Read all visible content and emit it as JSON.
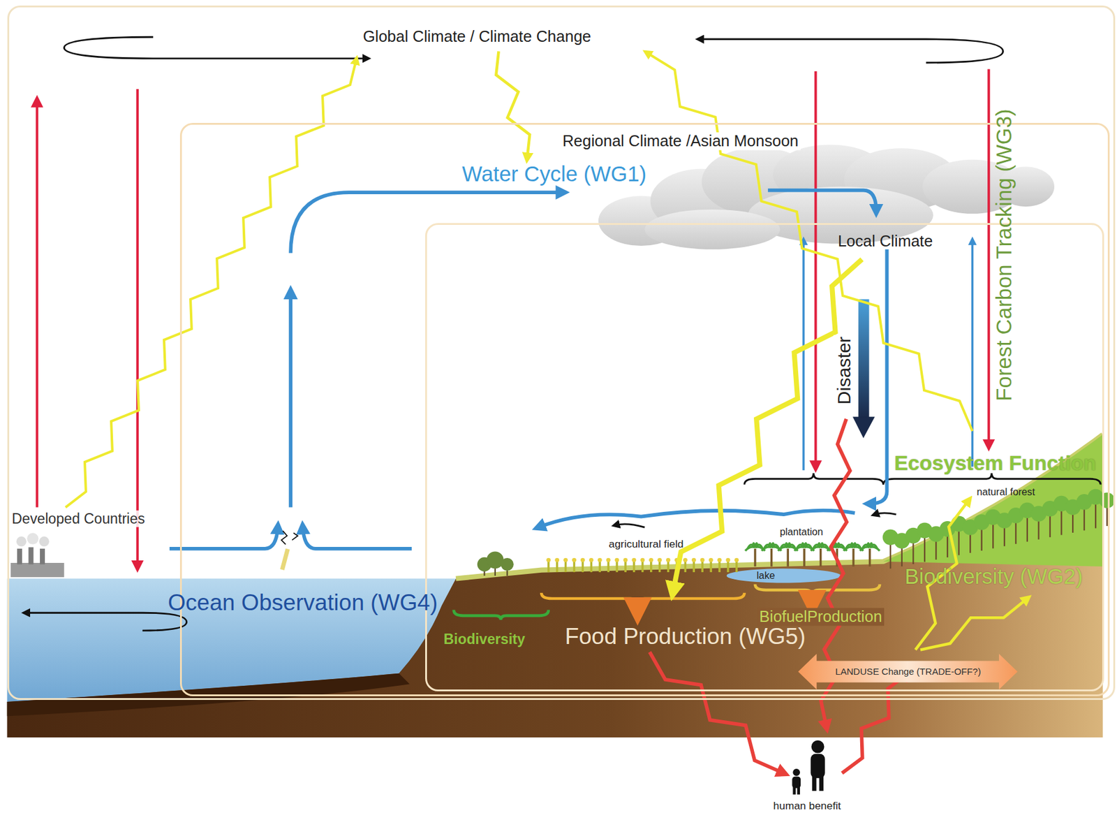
{
  "diagram": {
    "nodes": [
      {
        "text": [
          "Global Climate / Climate Change"
        ]
      },
      {
        "text": [
          "Regional Climate /Asian Monsoon"
        ],
        "in": 0
      },
      {
        "text": [
          "Local Climate"
        ],
        "in": 1
      },
      {
        "text": [
          "LANDUSE Change (TRADE-OFF?)"
        ],
        "in": 2
      }
    ],
    "labels": [
      "Water Cycle (WG1)",
      "Forest Carbon Tracking (WG3)",
      "Disaster",
      "Ecosystem Function",
      "natural forest",
      "Developed Countries",
      "agricultural field",
      "plantation",
      "lake",
      "Biodiversity (WG2)",
      "Ocean Observation (WG4)",
      "Biodiversity",
      "Food Production (WG5)",
      "BiofuelProduction",
      "human benefit"
    ]
  }
}
